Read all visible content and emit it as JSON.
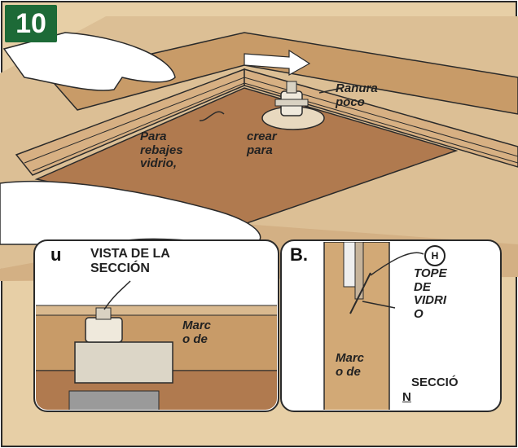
{
  "step": {
    "number": "10"
  },
  "main_view": {
    "label_slot": "Ranura\npoco",
    "label_rabbet_left": "Para\nrebajes\nvidrio,",
    "label_rabbet_right": "crear\npara"
  },
  "inset_a": {
    "letter": "u",
    "title": "VISTA DE LA\nSECCIÓN",
    "frame_label": "Marc\no de"
  },
  "inset_b": {
    "letter": "B.",
    "marker": "H",
    "glass_stop": "TOPE\nDE\nVIDRI\nO",
    "frame_label": "Marc\no de",
    "section_label": "SECCIÓ",
    "section_label_2": "N"
  },
  "colors": {
    "badge_green": "#1d6a37",
    "wood_light": "#d9b98f",
    "wood_mid": "#c89b68",
    "wood_dark": "#a9734a",
    "panel_brown": "#b07a4f",
    "outline": "#2a2a2a"
  }
}
